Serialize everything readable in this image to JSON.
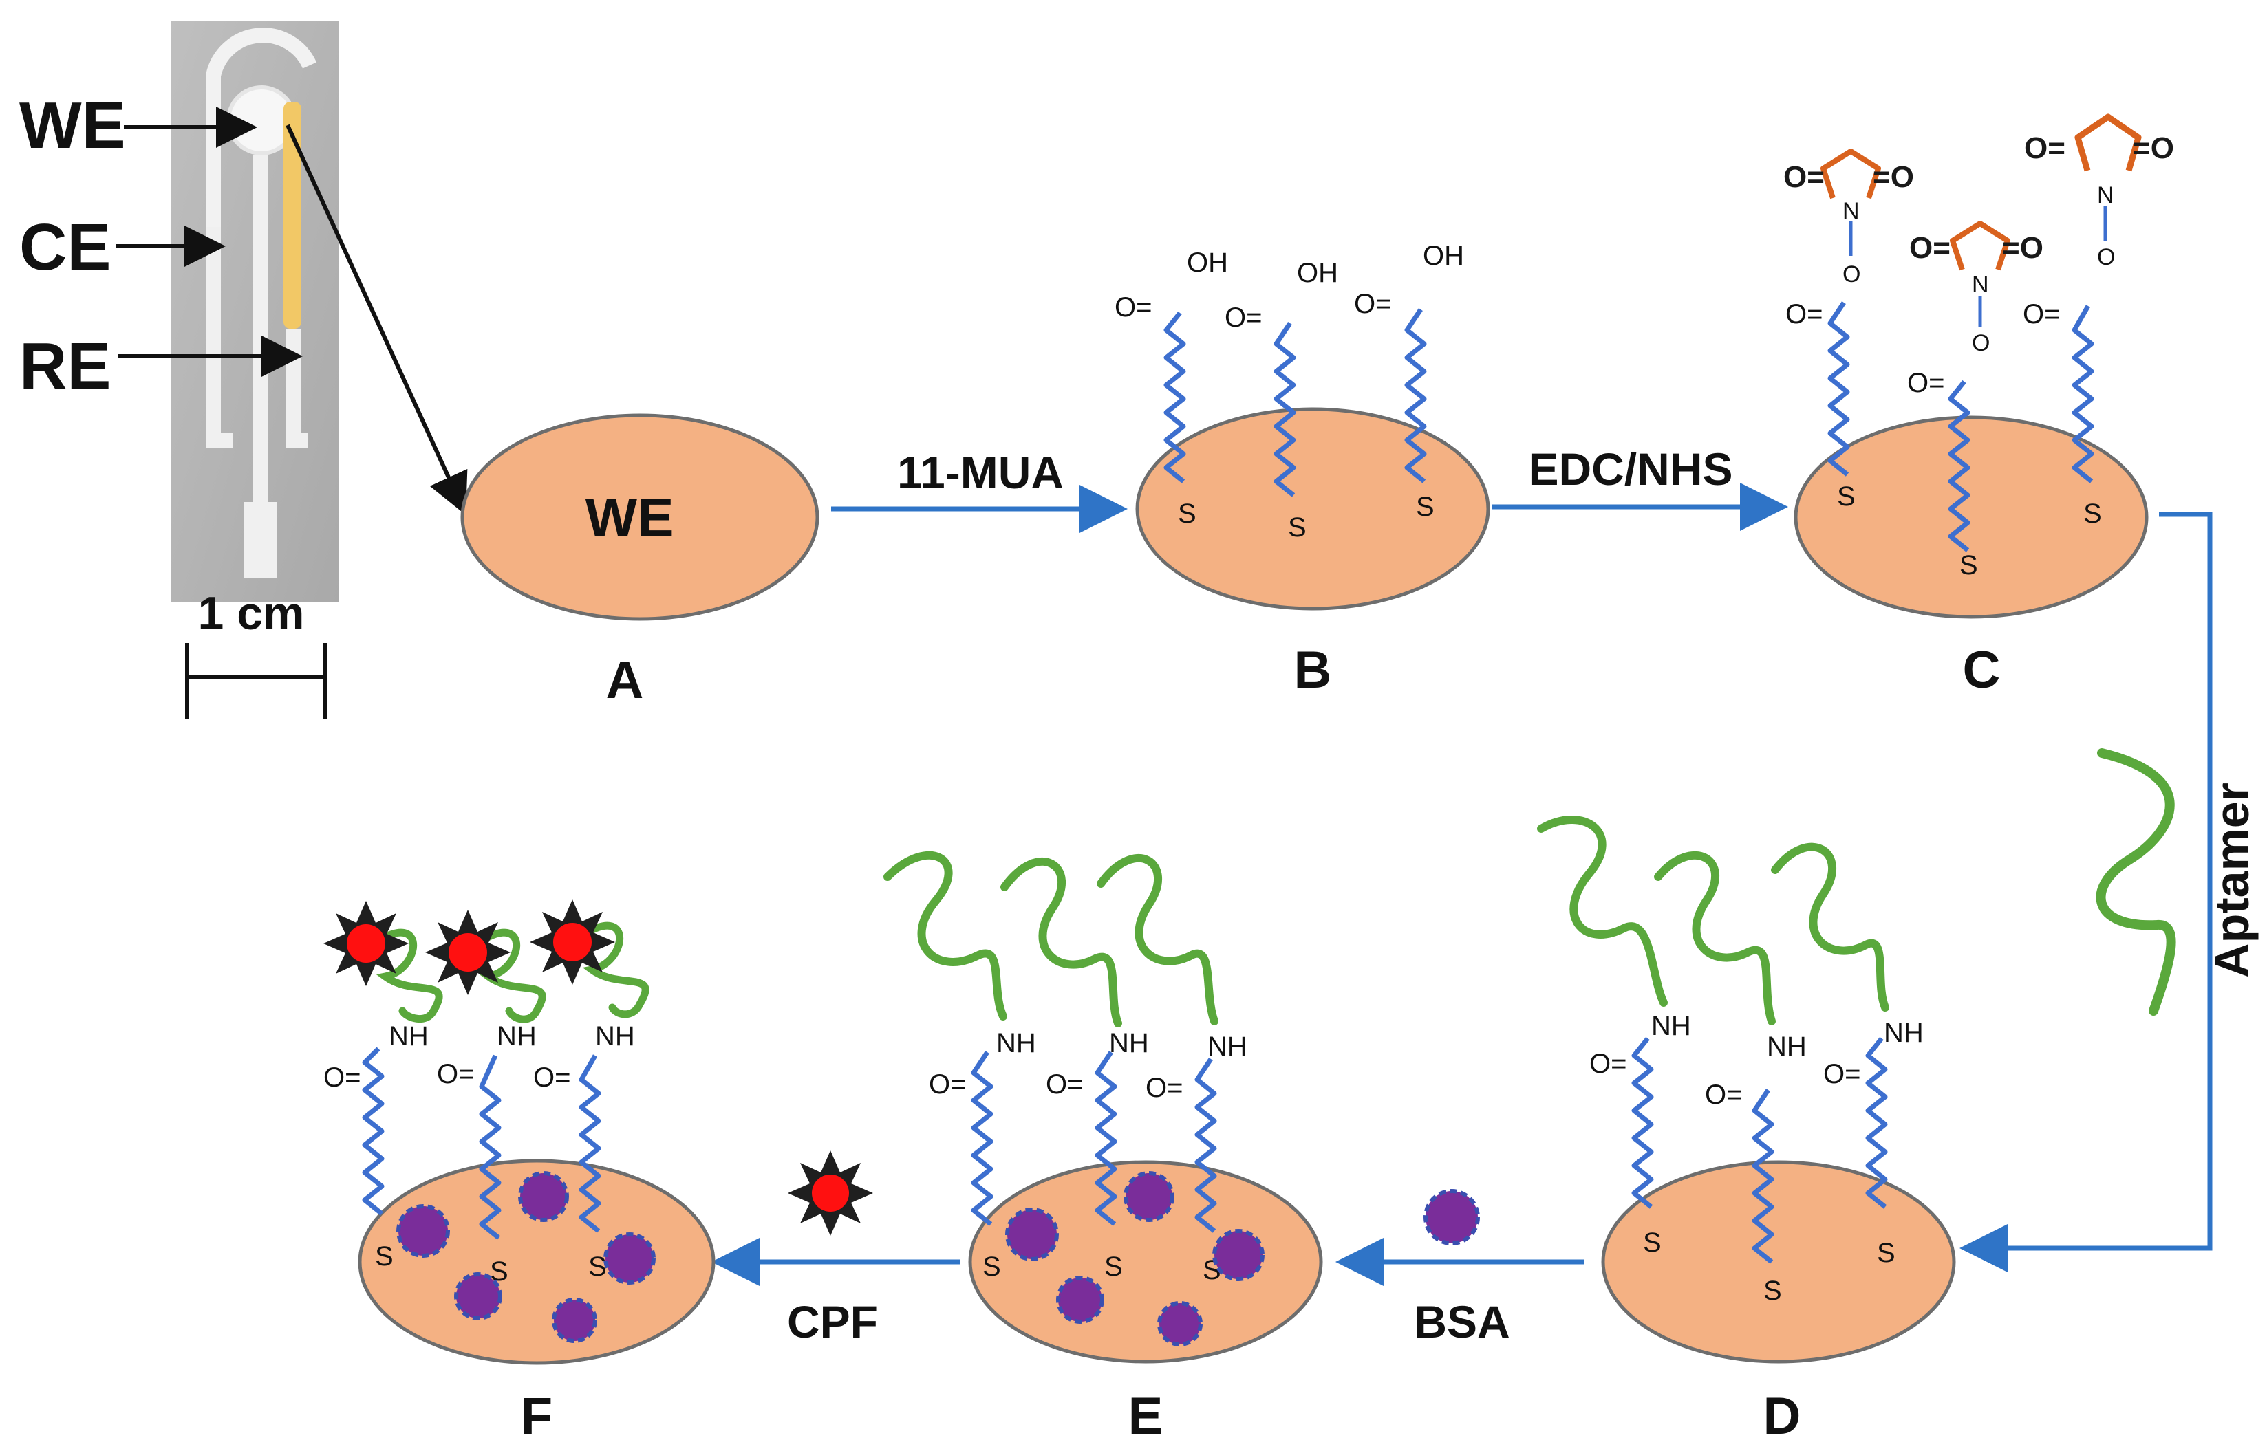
{
  "electrode": {
    "labels": [
      "WE",
      "CE",
      "RE"
    ],
    "scale_label": "1 cm"
  },
  "stages": {
    "A": {
      "letter": "A",
      "inner_label": "WE"
    },
    "B": {
      "letter": "B"
    },
    "C": {
      "letter": "C"
    },
    "D": {
      "letter": "D"
    },
    "E": {
      "letter": "E"
    },
    "F": {
      "letter": "F"
    }
  },
  "steps": {
    "a_b": "11-MUA",
    "b_c": "EDC/NHS",
    "c_d": "Aptamer",
    "d_e": "BSA",
    "e_f": "CPF"
  },
  "chem": {
    "oh": "OH",
    "s": "S",
    "o_eq": "O=",
    "nh": "NH",
    "n": "N",
    "o": "O",
    "eq_o": "=O"
  },
  "colors": {
    "electrode_fill": "#f4b183",
    "arrow_blue": "#2f74c7",
    "chain_blue": "#3d6fcf",
    "aptamer_green": "#5aa83c",
    "nhs_orange": "#d9621e",
    "bsa_purple": "#7a2d9a",
    "cpf_red": "#ff1010"
  }
}
